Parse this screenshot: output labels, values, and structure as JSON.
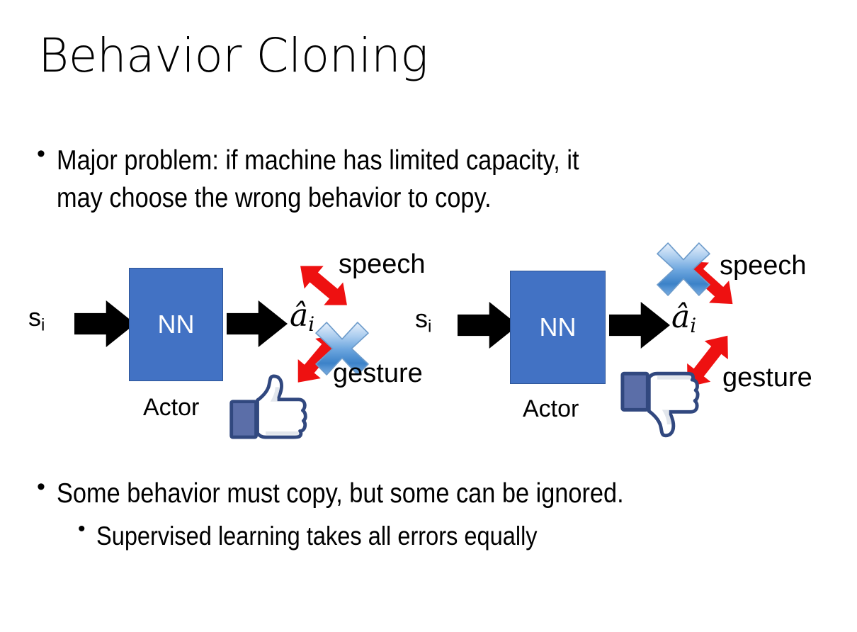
{
  "slide": {
    "title": "Behavior Cloning",
    "background_color": "#ffffff",
    "text_color": "#000000"
  },
  "bullets": {
    "top": {
      "marker": "•",
      "text": "Major problem: if machine has limited capacity, it\nmay choose the wrong behavior to copy."
    },
    "bottom": [
      {
        "marker": "•",
        "text": "Some behavior must copy, but some can be ignored.",
        "level": 1
      },
      {
        "marker": "•",
        "text": "Supervised learning takes all errors equally",
        "level": 2
      }
    ]
  },
  "colors": {
    "nn_fill": "#4272C4",
    "nn_border": "#2E5596",
    "nn_text": "#ffffff",
    "arrow_black": "#000000",
    "arrow_red": "#EE1111",
    "x_blue_light": "#CFE2F8",
    "x_blue_mid": "#7FB2E5",
    "x_blue_dark": "#3C82C8",
    "thumb_outline": "#31487F",
    "thumb_fill_sleeve": "#5B6EA8",
    "thumb_fill_hand": "#FFFFFF",
    "thumb_shadow": "#E2E6EC"
  },
  "diagrams": [
    {
      "id": "left",
      "state_label": "s",
      "state_subscript": "i",
      "model_label": "NN",
      "model_caption": "Actor",
      "output_label": "â",
      "output_subscript": "i",
      "channels": [
        {
          "name": "speech",
          "direction": "up-right",
          "crossed_out": false
        },
        {
          "name": "gesture",
          "direction": "down-right",
          "crossed_out": true
        }
      ],
      "verdict_icon": "thumbs-up-icon",
      "verdict": "approved"
    },
    {
      "id": "right",
      "state_label": "s",
      "state_subscript": "i",
      "model_label": "NN",
      "model_caption": "Actor",
      "output_label": "â",
      "output_subscript": "i",
      "channels": [
        {
          "name": "speech",
          "direction": "up-right",
          "crossed_out": true
        },
        {
          "name": "gesture",
          "direction": "down-right",
          "crossed_out": false
        }
      ],
      "verdict_icon": "thumbs-down-icon",
      "verdict": "rejected"
    }
  ]
}
